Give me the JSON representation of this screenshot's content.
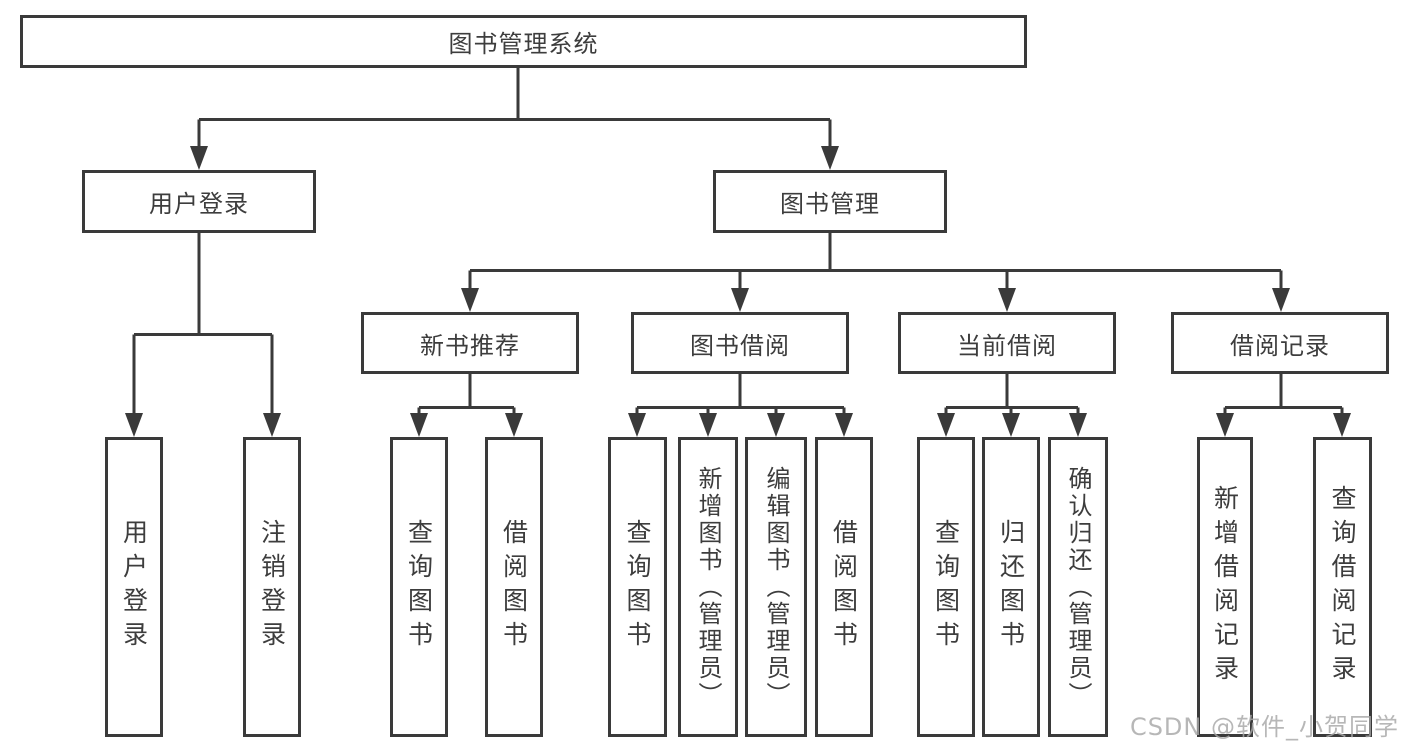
{
  "tree": {
    "root": {
      "label": "图书管理系统",
      "children": [
        {
          "label": "用户登录",
          "children": [
            {
              "label": "用户登录"
            },
            {
              "label": "注销登录"
            }
          ]
        },
        {
          "label": "图书管理",
          "children": [
            {
              "label": "新书推荐",
              "children": [
                {
                  "label": "查询图书"
                },
                {
                  "label": "借阅图书"
                }
              ]
            },
            {
              "label": "图书借阅",
              "children": [
                {
                  "label": "查询图书"
                },
                {
                  "label": "新增图书（管理员）"
                },
                {
                  "label": "编辑图书（管理员）"
                },
                {
                  "label": "借阅图书"
                }
              ]
            },
            {
              "label": "当前借阅",
              "children": [
                {
                  "label": "查询图书"
                },
                {
                  "label": "归还图书"
                },
                {
                  "label": "确认归还（管理员）"
                }
              ]
            },
            {
              "label": "借阅记录",
              "children": [
                {
                  "label": "新增借阅记录"
                },
                {
                  "label": "查询借阅记录"
                }
              ]
            }
          ]
        }
      ]
    }
  },
  "watermark": {
    "text": "CSDN @软件_小贺同学"
  },
  "colors": {
    "line": "#3a3a3a",
    "node_border": "#3a3a3a",
    "node_background": "#ffffff",
    "text": "#3d3d3d",
    "watermark_text": "#a8a8a8",
    "page_background": "#ffffff"
  }
}
